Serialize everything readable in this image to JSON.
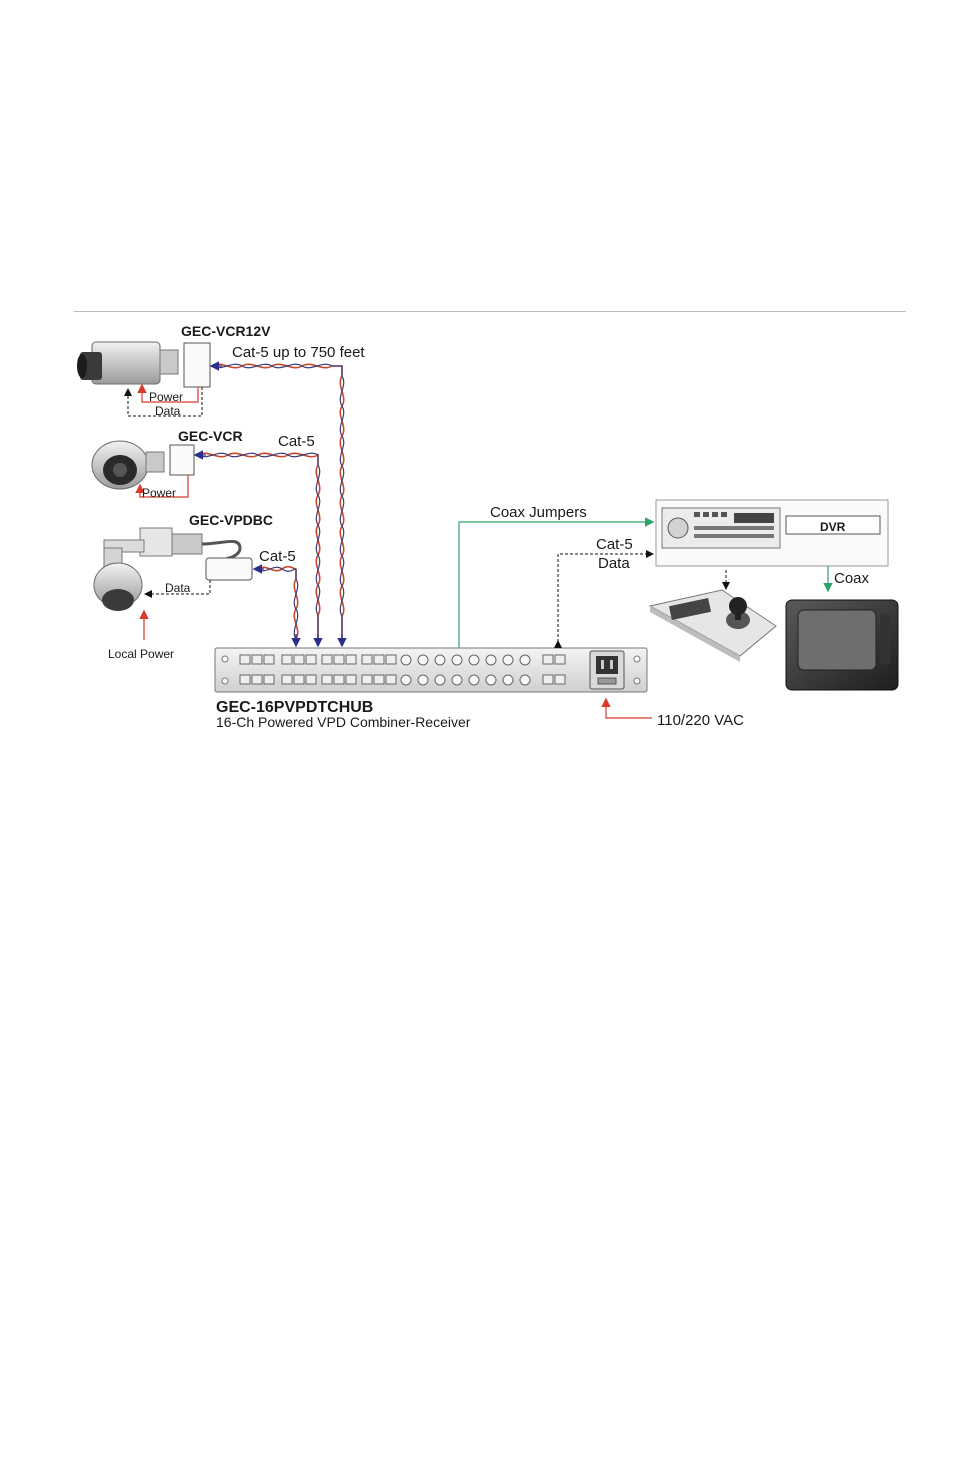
{
  "diagram": {
    "devices": {
      "vcr12v": {
        "model": "GEC-VCR12V",
        "cable": "Cat-5 up to 750 feet",
        "power": "Power",
        "data": "Data"
      },
      "vcr": {
        "model": "GEC-VCR",
        "cable": "Cat-5",
        "power": "Power"
      },
      "vpdbc": {
        "model": "GEC-VPDBC",
        "cable": "Cat-5",
        "data": "Data",
        "local_power": "Local Power"
      },
      "hub": {
        "model": "GEC-16PVPDTCHUB",
        "description": "16-Ch Powered VPD Combiner-Receiver"
      },
      "dvr": {
        "label": "DVR"
      }
    },
    "links": {
      "coax_jumpers": "Coax Jumpers",
      "cat5": "Cat-5",
      "data": "Data",
      "coax": "Coax",
      "ac_power": "110/220 VAC"
    },
    "colors": {
      "power_wire": "#d63a2a",
      "data_arrow": "#2b2f8a",
      "coax": "#2fa36b",
      "cable_red": "#c84a2c",
      "cable_navy": "#3a3a7a"
    }
  }
}
